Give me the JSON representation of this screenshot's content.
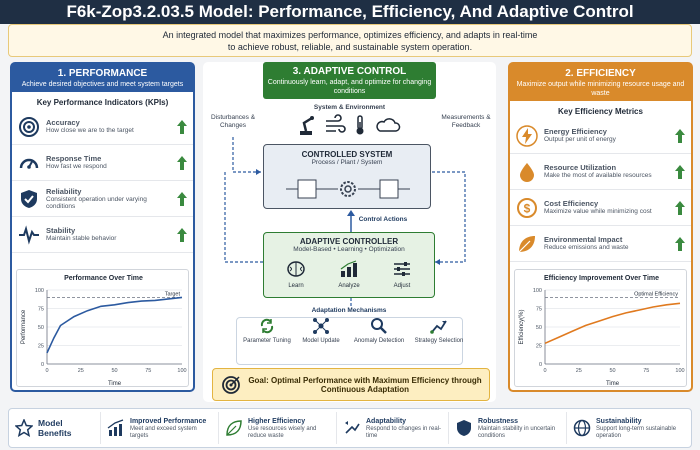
{
  "title": "F6k-Zop3.2.03.5 Model: Performance, Efficiency, And Adaptive Control",
  "intro": {
    "line1": "An integrated model that maximizes performance, optimizes efficiency, and adapts in real-time",
    "line2": "to achieve robust, reliable, and sustainable system operation."
  },
  "performance": {
    "header": "1. PERFORMANCE",
    "sub": "Achieve desired objectives and meet system targets",
    "kpi_title": "Key Performance Indicators (KPIs)",
    "kpis": [
      {
        "title": "Accuracy",
        "desc": "How close we are to the target"
      },
      {
        "title": "Response Time",
        "desc": "How fast we respond"
      },
      {
        "title": "Reliability",
        "desc": "Consistent operation under varying conditions"
      },
      {
        "title": "Stability",
        "desc": "Maintain stable behavior"
      }
    ]
  },
  "adaptive": {
    "header": "3. ADAPTIVE CONTROL",
    "sub": "Continuously learn, adapt, and optimize for changing conditions",
    "env_label": "System & Environment",
    "disturbances": "Disturbances & Changes",
    "measurements": "Measurements & Feedback",
    "controlled_title": "CONTROLLED SYSTEM",
    "controlled_sub": "Process / Plant / System",
    "control_actions": "Control Actions",
    "controller_title": "ADAPTIVE CONTROLLER",
    "controller_sub": "Model-Based • Learning • Optimization",
    "controller_steps": [
      "Learn",
      "Analyze",
      "Adjust"
    ],
    "mechanisms_title": "Adaptation Mechanisms",
    "mechanisms": [
      "Parameter Tuning",
      "Model Update",
      "Anomaly Detection",
      "Strategy Selection"
    ]
  },
  "efficiency": {
    "header": "2. EFFICIENCY",
    "sub": "Maximize output while minimizing resource usage and waste",
    "metrics_title": "Key Efficiency Metrics",
    "metrics": [
      {
        "title": "Energy Efficiency",
        "desc": "Output per unit of energy"
      },
      {
        "title": "Resource Utilization",
        "desc": "Make the most of available resources"
      },
      {
        "title": "Cost Efficiency",
        "desc": "Maximize value while minimizing cost"
      },
      {
        "title": "Environmental Impact",
        "desc": "Reduce emissions and waste"
      }
    ]
  },
  "goal": "Goal: Optimal Performance with Maximum Efficiency through Continuous Adaptation",
  "benefits": {
    "label": "Model Benefits",
    "items": [
      {
        "title": "Improved Performance",
        "desc": "Meet and exceed system targets"
      },
      {
        "title": "Higher Efficiency",
        "desc": "Use resources wisely and reduce waste"
      },
      {
        "title": "Adaptability",
        "desc": "Respond to changes in real-time"
      },
      {
        "title": "Robustness",
        "desc": "Maintain stability in uncertain conditions"
      },
      {
        "title": "Sustainability",
        "desc": "Support long-term sustainable operation"
      }
    ]
  },
  "chart_data": [
    {
      "type": "line",
      "title": "Performance Over Time",
      "xlabel": "Time",
      "ylabel": "Performance",
      "xlim": [
        0,
        100
      ],
      "ylim": [
        0,
        100
      ],
      "xticks": [
        0,
        25,
        50,
        75,
        100
      ],
      "yticks": [
        0,
        25,
        50,
        75,
        100
      ],
      "target_label": "Target",
      "target": 90,
      "x": [
        0,
        5,
        10,
        20,
        30,
        40,
        50,
        60,
        70,
        80,
        90,
        100
      ],
      "y": [
        15,
        35,
        52,
        64,
        72,
        78,
        80,
        83,
        85,
        86,
        88,
        90
      ],
      "color": "#2c5aa0"
    },
    {
      "type": "line",
      "title": "Efficiency Improvement Over Time",
      "xlabel": "Time",
      "ylabel": "Efficiency(%)",
      "xlim": [
        0,
        100
      ],
      "ylim": [
        0,
        100
      ],
      "xticks": [
        0,
        25,
        50,
        75,
        100
      ],
      "yticks": [
        0,
        25,
        50,
        75,
        100
      ],
      "target_label": "Optimal Efficiency",
      "target": 90,
      "x": [
        0,
        10,
        20,
        30,
        40,
        50,
        60,
        70,
        80,
        90,
        100
      ],
      "y": [
        28,
        36,
        44,
        52,
        58,
        64,
        69,
        73,
        77,
        80,
        82
      ],
      "color": "#e07a1f"
    }
  ]
}
